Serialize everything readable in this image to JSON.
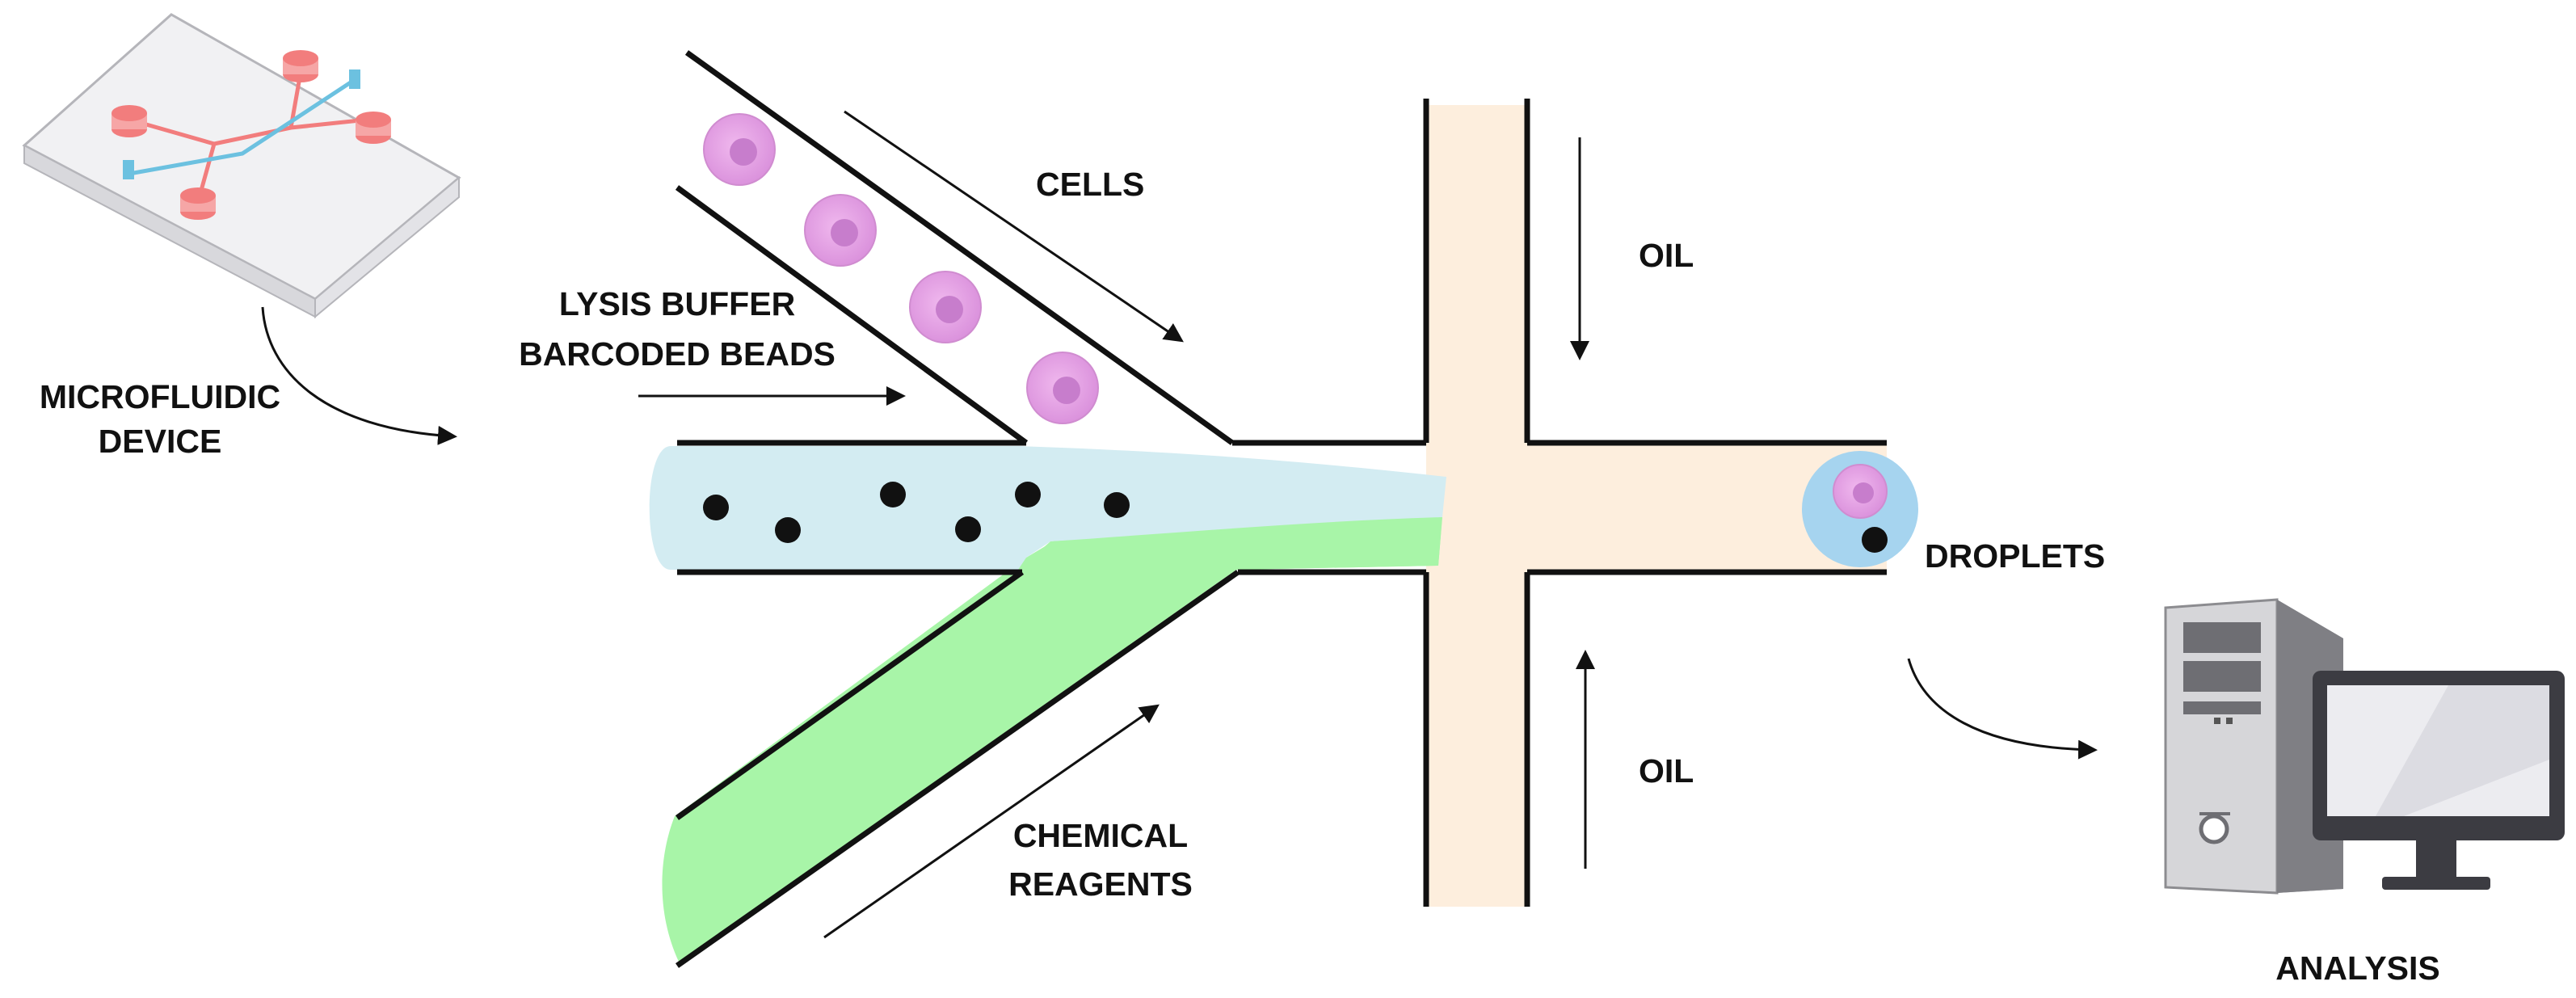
{
  "labels": {
    "microfluidic_device": [
      "MICROFLUIDIC",
      "DEVICE"
    ],
    "cells": "CELLS",
    "lysis": [
      "LYSIS BUFFER",
      "BARCODED BEADS"
    ],
    "oil_top": "OIL",
    "oil_bottom": "OIL",
    "droplets": "DROPLETS",
    "chemical_reagents": [
      "CHEMICAL",
      "REAGENTS"
    ],
    "analysis": "ANALYSIS"
  },
  "colors": {
    "oil_channel": "#fdeedd",
    "buffer_stream": "#d3ecf2",
    "reagent_stream": "#a8f5a8",
    "cell_outer": "#e6a3e6",
    "cell_inner": "#c77dcc",
    "bead": "#111111",
    "droplet": "#a6d4ef",
    "channel_wall": "#111111",
    "chip_inlet": "#f27d7d",
    "chip_blue": "#6cc1e0"
  },
  "icons": [
    "microfluidic-chip-icon",
    "computer-icon"
  ]
}
